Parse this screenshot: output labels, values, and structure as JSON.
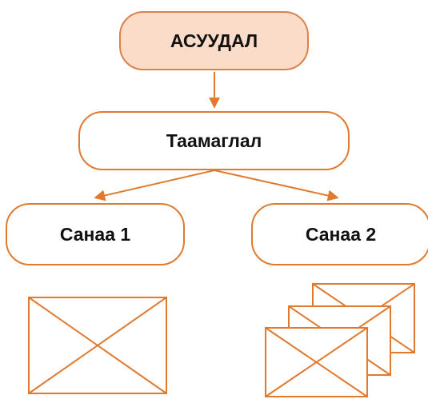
{
  "nodes": {
    "problem": "АСУУДАЛ",
    "hypothesis": "Таамаглал",
    "idea1": "Санаа 1",
    "idea2": "Санаа 2"
  },
  "colors": {
    "accent": "#e07a2e",
    "problem_fill": "#fbdcc8",
    "problem_border": "#d9824d",
    "text": "#111111",
    "background": "#ffffff"
  },
  "icons": {
    "left": "single-envelope-icon",
    "right": "stacked-envelopes-icon"
  }
}
